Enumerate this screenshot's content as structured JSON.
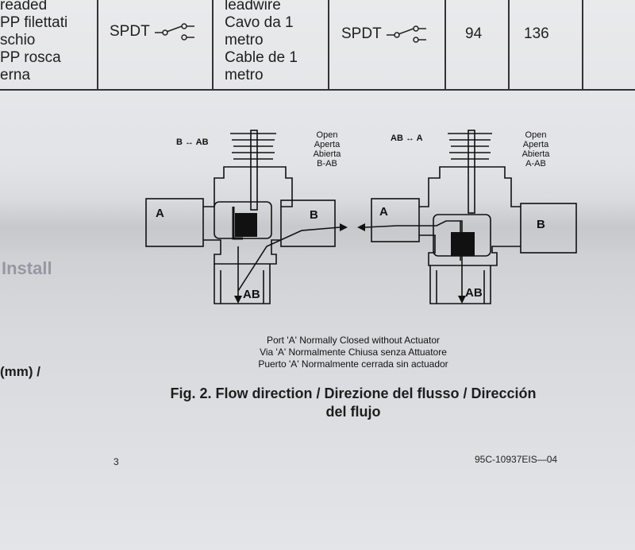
{
  "table": {
    "col1": [
      "readed",
      "PP filettati",
      "schio",
      "PP rosca",
      "erna"
    ],
    "col2_type": "SPDT",
    "col3": [
      "leadwire",
      "Cavo da 1",
      "metro",
      "Cable de 1",
      "metro"
    ],
    "col4_type": "SPDT",
    "col5": "94",
    "col6": "136"
  },
  "left_fragments": {
    "mm": "(mm) /",
    "instal": "Install"
  },
  "diagram": {
    "left": {
      "direction": "B ↔ AB",
      "open_lines": [
        "Open",
        "Aperta",
        "Abierta",
        "B-AB"
      ],
      "port_a": "A",
      "port_b": "B",
      "port_ab": "AB"
    },
    "right": {
      "direction": "AB ↔ A",
      "open_lines": [
        "Open",
        "Aperta",
        "Abierta",
        "A-AB"
      ],
      "port_a": "A",
      "port_b": "B",
      "port_ab": "AB"
    },
    "note_lines": [
      "Port 'A' Normally Closed without Actuator",
      "Via 'A' Normalmente Chiusa senza Attuatore",
      "Puerto 'A' Normalmente cerrada sin actuador"
    ]
  },
  "figure": {
    "caption_line1": "Fig. 2. Flow direction / Direzione del flusso / Dirección",
    "caption_line2": "del flujo"
  },
  "footer": {
    "page_number": "3",
    "doc_number": "95C-10937EIS—04"
  }
}
